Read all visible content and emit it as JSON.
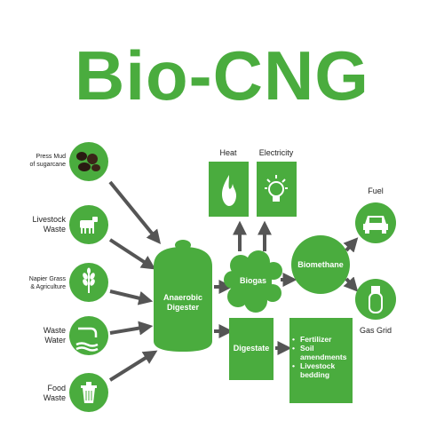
{
  "title": "Bio-CNG",
  "colors": {
    "green": "#4aac3e",
    "dark_green": "#2e8b2e",
    "arrow": "#555555"
  },
  "sources": [
    {
      "label": "Press Mud\nof sugarcane",
      "icon": "press-mud-icon"
    },
    {
      "label": "Livestock\nWaste",
      "icon": "cow-icon"
    },
    {
      "label": "Napier Grass\n& Agriculture",
      "icon": "wheat-icon"
    },
    {
      "label": "Waste\nWater",
      "icon": "pipe-water-icon"
    },
    {
      "label": "Food\nWaste",
      "icon": "bin-icon"
    }
  ],
  "digester": {
    "label": "Anaerobic\nDigester"
  },
  "biogas": {
    "label": "Biogas"
  },
  "heat": {
    "label": "Heat",
    "icon": "flame-icon"
  },
  "electricity": {
    "label": "Electricity",
    "icon": "bulb-icon"
  },
  "biomethane": {
    "label": "Biomethane"
  },
  "fuel": {
    "label": "Fuel",
    "icon": "car-icon"
  },
  "gas_grid": {
    "label": "Gas Grid",
    "icon": "gas-cylinder-icon"
  },
  "digestate": {
    "label": "Digestate"
  },
  "digestate_uses": [
    "Fertilizer",
    "Soil amendments",
    "Livestock bedding"
  ]
}
